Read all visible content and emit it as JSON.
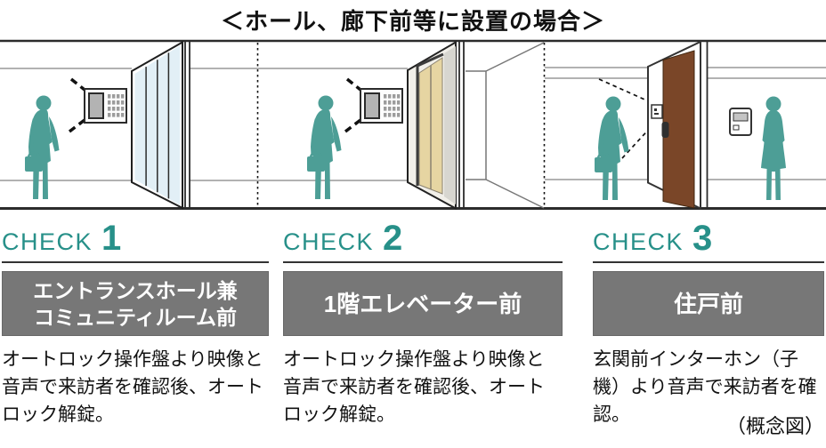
{
  "title": "＜ホール、廊下前等に設置の場合＞",
  "note": "（概念図）",
  "checks": [
    {
      "label": "CHECK",
      "number": "1",
      "location_lines": [
        "エントランスホール兼",
        "コミュニティルーム前"
      ],
      "description": "オートロック操作盤より映像と音声で来訪者を確認後、オートロック解錠。",
      "scene": "entrance-hall-glass-partition"
    },
    {
      "label": "CHECK",
      "number": "2",
      "location_lines": [
        "1階エレベーター前"
      ],
      "description": "オートロック操作盤より映像と音声で来訪者を確認後、オートロック解錠。",
      "scene": "first-floor-elevator-hall"
    },
    {
      "label": "CHECK",
      "number": "3",
      "location_lines": [
        "住戸前"
      ],
      "description": "玄関前インターホン（子機）より音声で来訪者を確認。",
      "scene": "dwelling-entrance-door"
    }
  ],
  "colors": {
    "check_teal": "#279089",
    "silhouette_teal": "#4d9e96",
    "location_box_gray": "#777777",
    "entrance_door_brown": "#7a4628",
    "elevator_door_tan": "#e6d5a2",
    "glass_blue": "#e2eff6"
  },
  "icons": {
    "autolock_panel": "autolock-operation-panel-icon",
    "door_child_unit": "entrance-intercom-child-unit-icon",
    "wall_parent_unit": "intercom-parent-unit-icon"
  }
}
